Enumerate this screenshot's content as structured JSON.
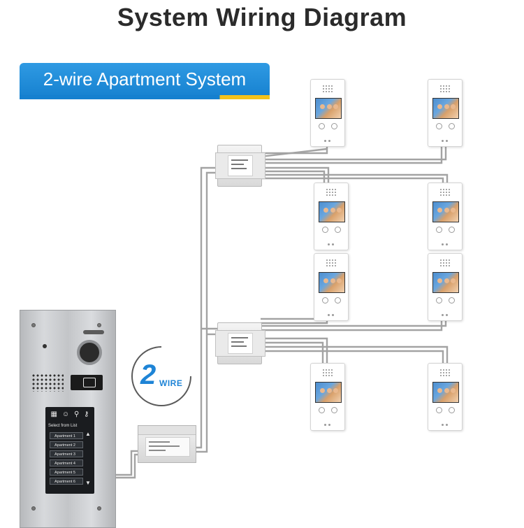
{
  "title": "System Wiring Diagram",
  "banner": {
    "text": "2-wire Apartment System"
  },
  "logo": {
    "big": "2",
    "small": "WIRE"
  },
  "door_station": {
    "panel_header": "Select from List",
    "apartments": [
      "Apartment 1",
      "Apartment 2",
      "Apartment 3",
      "Apartment 4",
      "Apartment 5",
      "Apartment 6"
    ],
    "icons": [
      "keypad-icon",
      "person-icon",
      "search-icon",
      "key-icon"
    ]
  },
  "colors": {
    "banner": "#1580cf",
    "banner_accent": "#f3c21b",
    "logo": "#1e84d6",
    "wire": "#9a9a9a"
  },
  "components": {
    "monitors": 8,
    "distributors": 2,
    "power_supply": 1,
    "door_station": 1
  }
}
